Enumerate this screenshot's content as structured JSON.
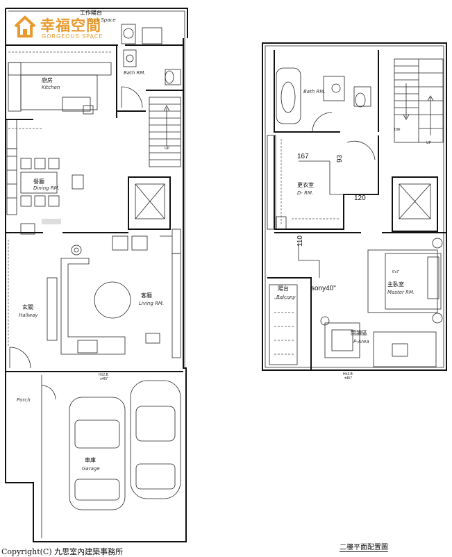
{
  "logo": {
    "text": "幸福空間",
    "subtitle": "GORGEOUS SPACE",
    "color": "#e79a2d"
  },
  "first_floor": {
    "rooms": {
      "workbalcony": {
        "cn": "工作陽台",
        "en": "Work Space"
      },
      "kitchen": {
        "cn": "廚房",
        "en": "Kitchen"
      },
      "bath": {
        "en": "Bath RM."
      },
      "dining": {
        "cn": "餐廳",
        "en": "Dining RM."
      },
      "living": {
        "cn": "客廳",
        "en": "Living RM."
      },
      "hallway": {
        "cn": "玄關",
        "en": "Hallway"
      },
      "porch": {
        "en": "Porch"
      },
      "garage": {
        "cn": "車庫",
        "en": "Garage"
      }
    },
    "stair_label": "UP",
    "level_note": [
      "H±2.B",
      "±457"
    ]
  },
  "second_floor": {
    "rooms": {
      "bath": {
        "en": "Bath RM."
      },
      "dressing": {
        "cn": "更衣室",
        "en": "D- RM."
      },
      "master": {
        "cn": "主臥室",
        "en": "Master RM."
      },
      "balcony": {
        "cn": "陽台",
        "en": "Balcony"
      },
      "reading": {
        "cn": "閱讀區",
        "en": "P-Area"
      }
    },
    "dimensions": {
      "d167": "167",
      "d93": "93",
      "d120": "120",
      "d110": "110"
    },
    "bed_size": "6'x7'",
    "tv_note": "sony40\"",
    "stair_labels": {
      "dw": "DW",
      "up": "UP"
    },
    "level_note": [
      "H±2.B",
      "±457"
    ]
  },
  "plan_title": "二樓平面配置圖",
  "copyright": "Copyright(C) 九思室內建築事務所"
}
